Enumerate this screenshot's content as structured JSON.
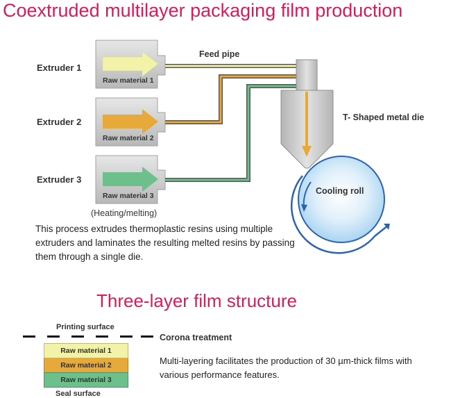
{
  "main_title": "Coextruded multilayer packaging film production",
  "extruders": [
    {
      "label": "Extruder 1",
      "material": "Raw material 1",
      "color": "#f2f2a8"
    },
    {
      "label": "Extruder 2",
      "material": "Raw material 2",
      "color": "#e8a93b"
    },
    {
      "label": "Extruder 3",
      "material": "Raw material 3",
      "color": "#6dbf8b"
    }
  ],
  "feed_pipe_label": "Feed pipe",
  "die_label": "T- Shaped metal die",
  "roll_label": "Cooling roll",
  "heating_note": "(Heating/melting)",
  "process_description": "This process extrudes thermoplastic resins using multiple extruders and laminates the resulting melted resins by passing them through a single die.",
  "structure_title": "Three-layer film structure",
  "printing_surface": "Printing surface",
  "corona_treatment": "Corona treatment",
  "layers": [
    {
      "label": "Raw material 1",
      "color": "#f2f2a8"
    },
    {
      "label": "Raw material 2",
      "color": "#e8a93b"
    },
    {
      "label": "Raw material 3",
      "color": "#6dbf8b"
    }
  ],
  "seal_surface": "Seal surface",
  "structure_description": "Multi-layering facilitates the production of 30 µm-thick films with various performance features.",
  "colors": {
    "title": "#d81b5a",
    "roll_arrow": "#2a64b0",
    "die_arrow": "#e8a93b",
    "box": "#c9c9c9"
  }
}
